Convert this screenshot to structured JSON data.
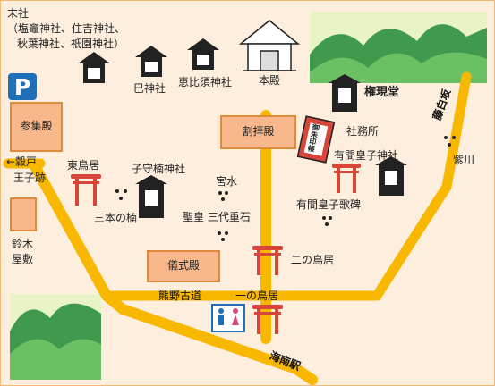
{
  "labels": {
    "massha": "末社",
    "massha_list1": "（塩竈神社、住吉神社、",
    "massha_list2": "秋葉神社、祇園神社）",
    "mi": "巳神社",
    "ebisu": "恵比須神社",
    "honden": "本殿",
    "gongendo": "権現堂",
    "haiden": "割拝殿",
    "shamusho": "社務所",
    "goshuin": "御朱印帳",
    "sanshuden": "参集殿",
    "kidoouji1": "←穀戸",
    "kidoouji2": "王子跡",
    "higashi_torii": "東鳥居",
    "komori": "子守楠神社",
    "miyamizu": "宮水",
    "arima_shrine": "有間皇子神社",
    "kishigawa": "紫川",
    "sanbon": "三本の楠",
    "seikou": "聖皇 三代重石",
    "arima_kahi": "有間皇子歌碑",
    "suzuki1": "鈴木",
    "suzuki2": "屋敷",
    "gishikiden": "儀式殿",
    "ni_torii": "二の鳥居",
    "kumano": "熊野古道",
    "ichi_torii": "一の鳥居",
    "kainan": "海南駅",
    "fujishiro": "藤白坂",
    "parking": "P"
  },
  "colors": {
    "road": "#f9b800",
    "box_fill": "#f8b88b",
    "box_border": "#e08a3c",
    "torii": "#d8463a",
    "background": "#fdeedd",
    "parking": "#1f6fb8"
  },
  "icons": [
    "parking-icon",
    "shrine-icon",
    "honden-icon",
    "torii-icon",
    "restroom-icon",
    "goshuin-stamp-icon",
    "mountain-image"
  ]
}
